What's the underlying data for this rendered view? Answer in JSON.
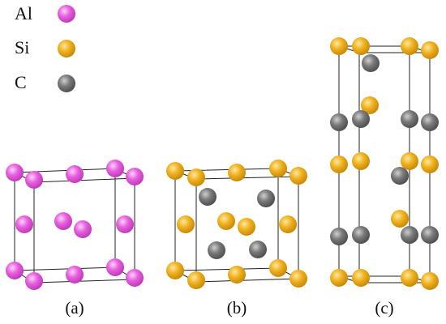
{
  "legend": [
    {
      "symbol": "Al",
      "color": "#e85ee0"
    },
    {
      "symbol": "Si",
      "color": "#f0b21e"
    },
    {
      "symbol": "C",
      "color": "#7a7a7a"
    }
  ],
  "panels": [
    {
      "label": "(a)"
    },
    {
      "label": "(b)"
    },
    {
      "label": "(c)"
    }
  ]
}
